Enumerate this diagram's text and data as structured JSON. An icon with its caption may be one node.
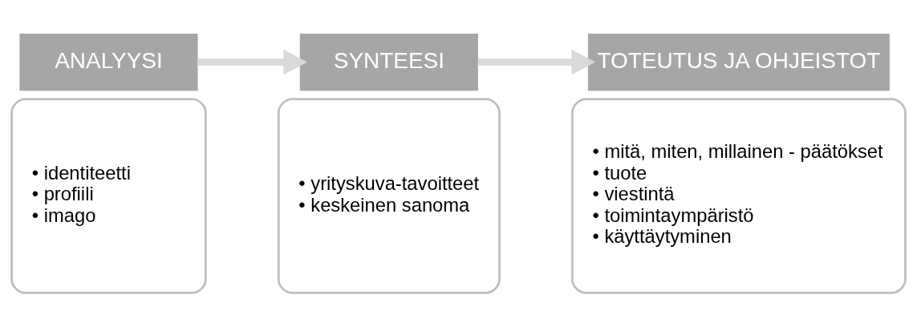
{
  "diagram": {
    "nodes": [
      {
        "text": [
          "ANALYYSI"
        ]
      },
      {
        "text": [
          "• identiteetti",
          "• profiili",
          "• imago"
        ]
      },
      {
        "text": [
          "SYNTEESI"
        ]
      },
      {
        "text": [
          "• yrityskuva-tavoitteet",
          "• keskeinen sanoma"
        ]
      },
      {
        "text": [
          "TOTEUTUS JA OHJEISTOT"
        ]
      },
      {
        "text": [
          "• mitä, miten, millainen - päätökset",
          "• tuote",
          "• viestintä",
          "• toimintaympäristö",
          "• käyttäytyminen"
        ]
      }
    ],
    "edges": [
      {
        "from": 0,
        "to": 2,
        "arrow": "to"
      },
      {
        "from": 2,
        "to": 4,
        "arrow": "to"
      }
    ]
  }
}
